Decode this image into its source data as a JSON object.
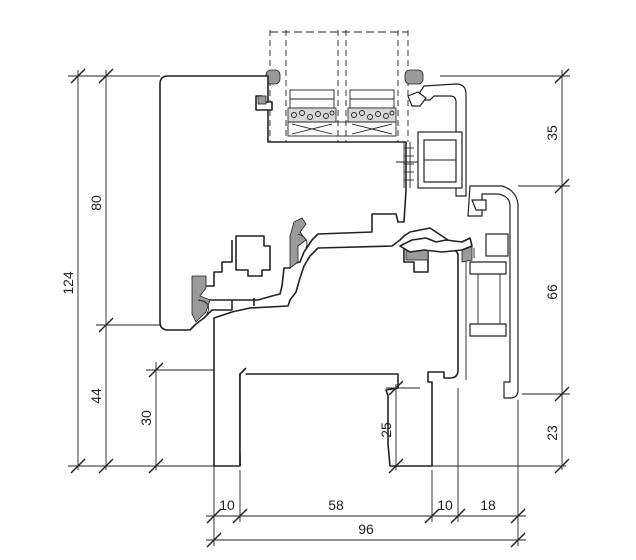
{
  "dimensions": {
    "total_height": "124",
    "sash_height": "80",
    "frame_height": "44",
    "frame_inner": "30",
    "groove_depth": "25",
    "alu_top": "35",
    "alu_mid": "66",
    "alu_bottom": "23",
    "bottom_left": "10",
    "bottom_core": "58",
    "bottom_gap": "10",
    "bottom_right": "18",
    "total_width": "96"
  }
}
